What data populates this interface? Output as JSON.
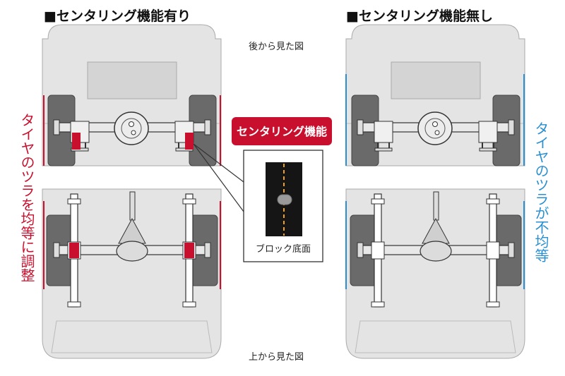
{
  "left": {
    "header": "■センタリング機能有り",
    "side_label": "タイヤのツラを均等に調整"
  },
  "right": {
    "header": "■センタリング機能無し",
    "side_label": "タイヤのツラが不均等"
  },
  "rear_view_label": "後から見た図",
  "top_view_label": "上から見た図",
  "badge_label": "センタリング機能",
  "detail_caption": "ブロック底面",
  "colors": {
    "accent_red": "#c8102e",
    "accent_blue": "#2a8fd0",
    "body_gray": "#e3e3e3",
    "tire_gray": "#6a6a6a"
  }
}
